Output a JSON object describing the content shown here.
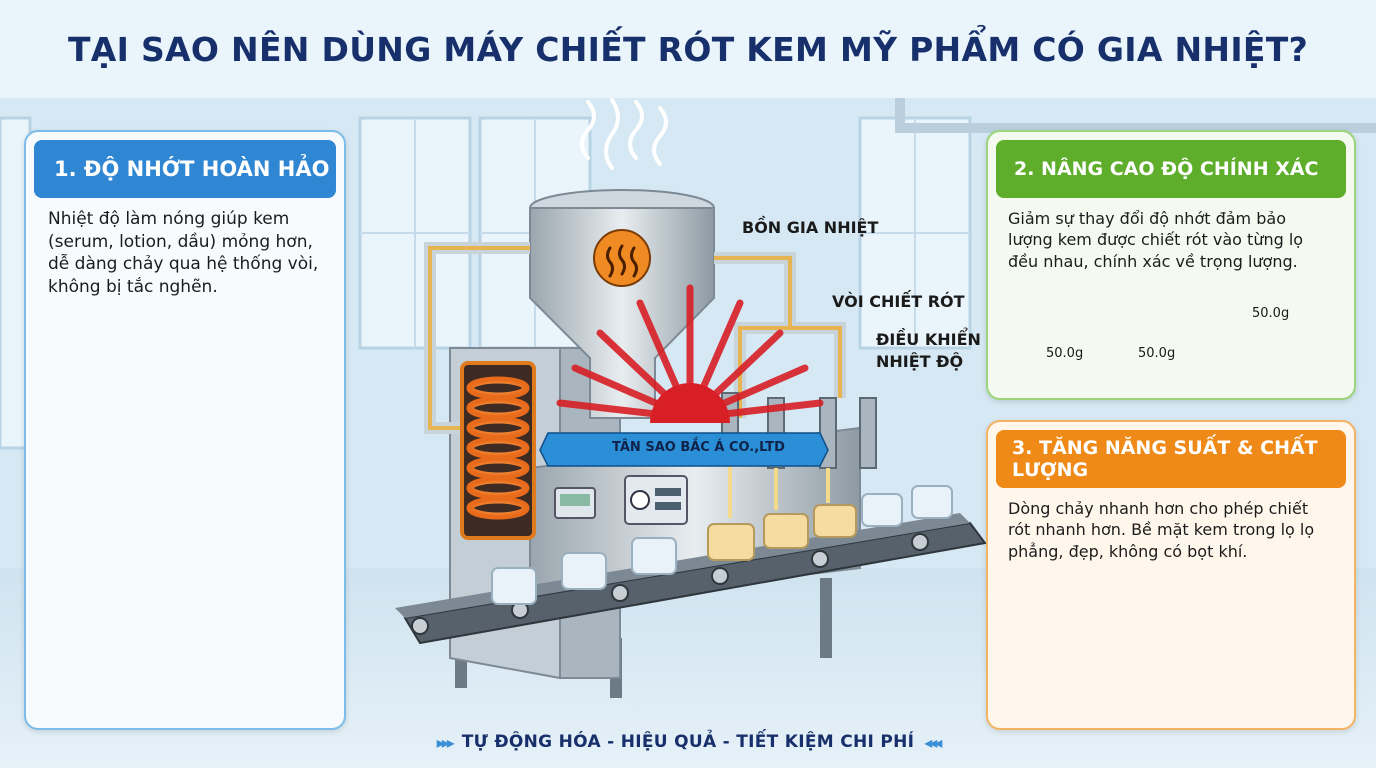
{
  "title": "TẠI SAO NÊN DÙNG MÁY CHIẾT RÓT KEM MỸ PHẨM CÓ GIA NHIỆT?",
  "panels": {
    "viscosity": {
      "heading": "1. ĐỘ NHỚT HOÀN HẢO",
      "text": "Nhiệt độ làm nóng giúp kem (serum, lotion, dầu) mỏng hơn, dễ dàng chảy qua hệ thống vòi, không bị tắc nghẽn."
    },
    "accuracy": {
      "heading": "2. NÂNG CAO ĐỘ CHÍNH XÁC",
      "text": "Giảm sự thay đổi độ nhớt đảm bảo lượng kem được chiết rót vào từng lọ đều nhau, chính xác về trọng lượng.",
      "jar_label_1": "50.0g",
      "jar_label_2": "50.0g",
      "scale_label": "50.0g"
    },
    "productivity": {
      "heading": "3. TĂNG NĂNG SUẤT & CHẤT LƯỢNG",
      "text": "Dòng chảy nhanh hơn cho phép chiết rót nhanh hơn. Bề mặt kem trong lọ lọ phẳng, đẹp, không có bọt khí."
    }
  },
  "callouts": {
    "heating_tank": "BỒN GIA NHIỆT",
    "nozzle": "VÒI CHIẾT RÓT",
    "temp_control_line1": "ĐIỀU KHIỂN",
    "temp_control_line2": "NHIỆT ĐỘ"
  },
  "watermark": "TÂN SAO BẮC Á CO.,LTD",
  "footer": "TỰ ĐỘNG HÓA - HIỆU QUẢ - TIẾT KIỆM CHI PHÍ",
  "colors": {
    "title": "#17306b",
    "panel1": "#2f86d2",
    "panel2": "#5fae2b",
    "panel3": "#ef8a18"
  }
}
